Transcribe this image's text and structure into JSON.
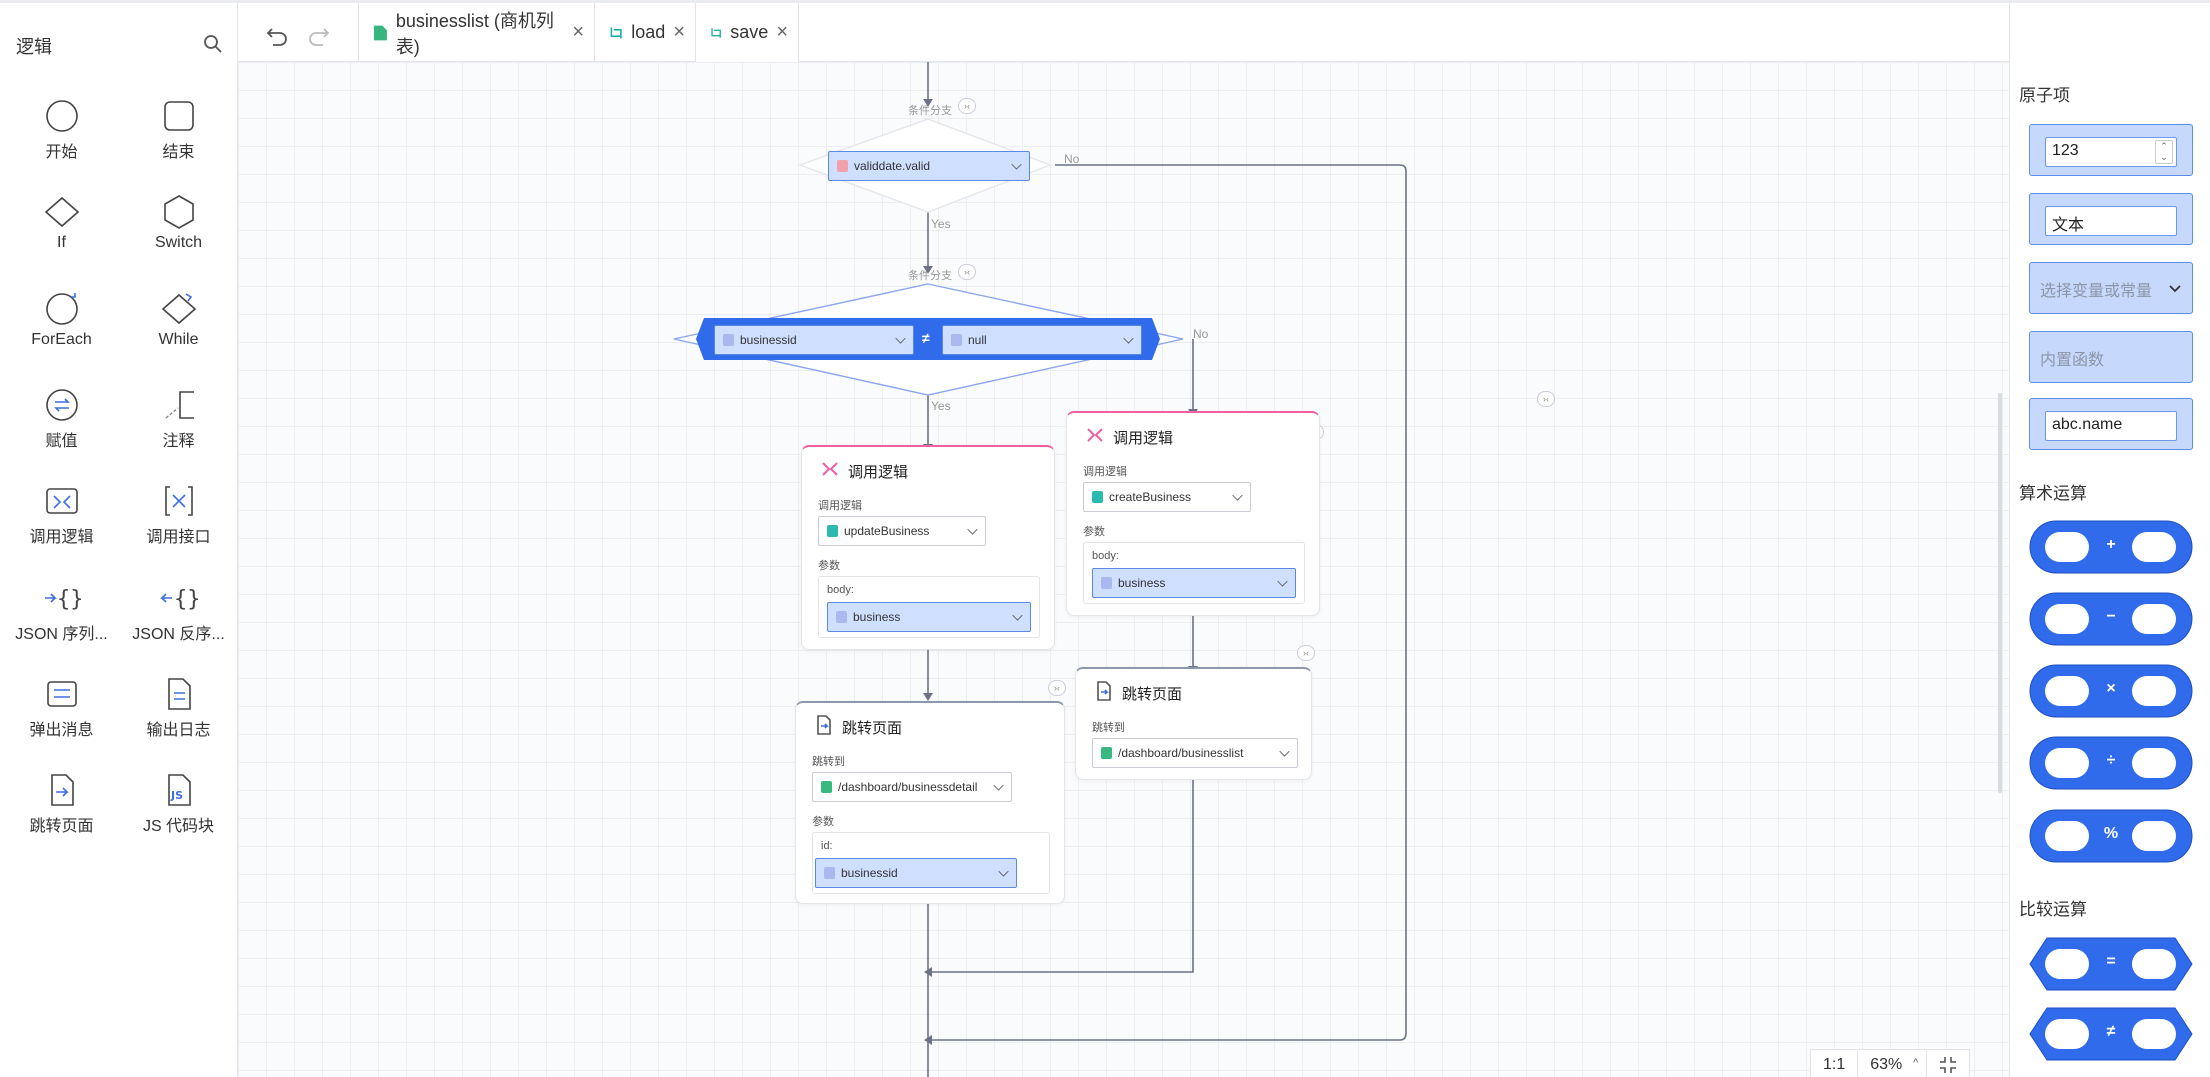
{
  "palette": {
    "title": "逻辑",
    "items": [
      {
        "label": "开始",
        "icon": "circle-icon"
      },
      {
        "label": "结束",
        "icon": "rounded-square-icon"
      },
      {
        "label": "If",
        "icon": "diamond-icon"
      },
      {
        "label": "Switch",
        "icon": "hexagon-icon"
      },
      {
        "label": "ForEach",
        "icon": "loop-circle-icon"
      },
      {
        "label": "While",
        "icon": "loop-diamond-icon"
      },
      {
        "label": "赋值",
        "icon": "assign-icon"
      },
      {
        "label": "注释",
        "icon": "comment-icon"
      },
      {
        "label": "调用逻辑",
        "icon": "call-logic-icon"
      },
      {
        "label": "调用接口",
        "icon": "call-api-icon"
      },
      {
        "label": "JSON 序列...",
        "icon": "json-serialize-icon"
      },
      {
        "label": "JSON 反序...",
        "icon": "json-deserialize-icon"
      },
      {
        "label": "弹出消息",
        "icon": "message-icon"
      },
      {
        "label": "输出日志",
        "icon": "log-icon"
      },
      {
        "label": "跳转页面",
        "icon": "navigate-icon"
      },
      {
        "label": "JS 代码块",
        "icon": "js-code-icon"
      }
    ]
  },
  "tabs": [
    {
      "label": "businesslist (商机列表)",
      "icon": "page-icon"
    },
    {
      "label": "load",
      "icon": "logic-icon"
    },
    {
      "label": "save",
      "icon": "logic-icon"
    }
  ],
  "canvas": {
    "cond1": {
      "label": "条件分支",
      "select": "validdate.valid",
      "no": "No",
      "yes": "Yes"
    },
    "cond2": {
      "label": "条件分支",
      "left": "businessid",
      "op": "≠",
      "right": "null",
      "no": "No",
      "yes": "Yes"
    },
    "callLeft": {
      "title": "调用逻辑",
      "logic_label": "调用逻辑",
      "logic": "updateBusiness",
      "params_label": "参数",
      "param_name": "body:",
      "param_value": "business"
    },
    "callRight": {
      "title": "调用逻辑",
      "logic_label": "调用逻辑",
      "logic": "createBusiness",
      "params_label": "参数",
      "param_name": "body:",
      "param_value": "business"
    },
    "navLeft": {
      "title": "跳转页面",
      "to_label": "跳转到",
      "to": "/dashboard/businessdetail",
      "params_label": "参数",
      "param_name": "id:",
      "param_value": "businessid"
    },
    "navRight": {
      "title": "跳转页面",
      "to_label": "跳转到",
      "to": "/dashboard/businesslist"
    },
    "collapse_glyph": "›‹",
    "zoom": {
      "reset": "1:1",
      "level": "63%"
    }
  },
  "right": {
    "atom_title": "原子项",
    "number_value": "123",
    "text_value": "文本",
    "var_placeholder": "选择变量或常量",
    "builtin_placeholder": "内置函数",
    "prop_value": "abc.name",
    "arith_title": "算术运算",
    "arith_ops": [
      "+",
      "−",
      "×",
      "÷",
      "%"
    ],
    "compare_title": "比较运算",
    "compare_ops": [
      "=",
      "≠"
    ]
  },
  "colors": {
    "accent": "#2f6bea",
    "pink": "#f05fa0",
    "atom_bg": "#c6d8fb"
  }
}
